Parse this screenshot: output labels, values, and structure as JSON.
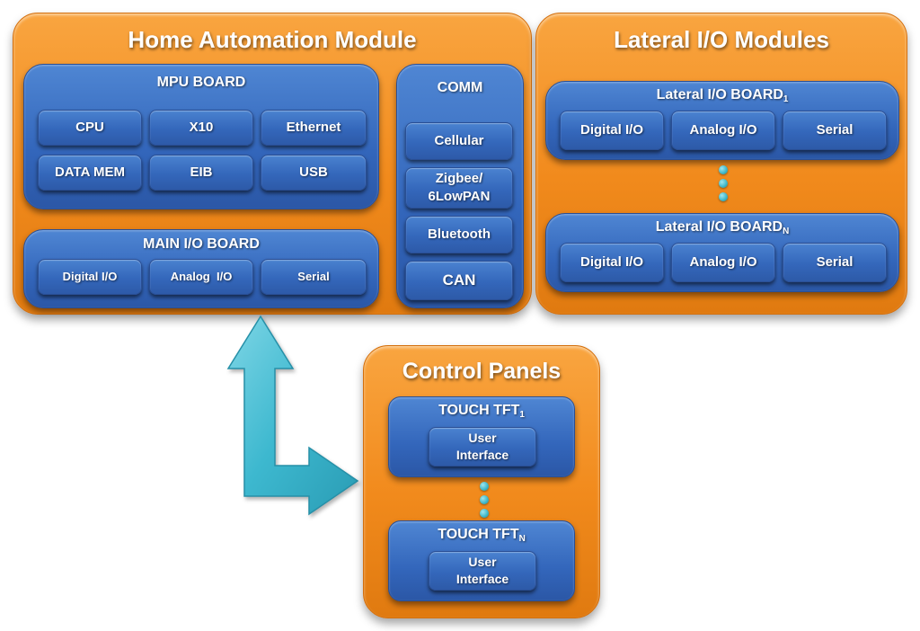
{
  "home_module": {
    "title": "Home Automation Module",
    "mpu_board": {
      "title": "MPU BOARD",
      "chips": [
        "CPU",
        "X10",
        "Ethernet",
        "DATA MEM",
        "EIB",
        "USB"
      ]
    },
    "main_io_board": {
      "title": "MAIN I/O BOARD",
      "chips": [
        "Digital I/O",
        "Analog  I/O",
        "Serial"
      ]
    },
    "comm": {
      "title": "COMM",
      "chips": [
        "Cellular",
        "Zigbee/",
        "6LowPAN",
        "Bluetooth",
        "CAN"
      ]
    }
  },
  "lateral_modules": {
    "title": "Lateral I/O Modules",
    "board_1": {
      "title": "Lateral I/O BOARD",
      "subscript": "1",
      "chips": [
        "Digital I/O",
        "Analog I/O",
        "Serial"
      ]
    },
    "board_n": {
      "title": "Lateral I/O BOARD",
      "subscript": "N",
      "chips": [
        "Digital I/O",
        "Analog I/O",
        "Serial"
      ]
    }
  },
  "control_panels": {
    "title": "Control Panels",
    "tft_1": {
      "title": "TOUCH TFT",
      "subscript": "1",
      "chip_line1": "User",
      "chip_line2": "Interface"
    },
    "tft_n": {
      "title": "TOUCH TFT",
      "subscript": "N",
      "chip_line1": "User",
      "chip_line2": "Interface"
    }
  },
  "colors": {
    "panel_orange": "#f18a1c",
    "board_blue": "#3366bb",
    "arrow_cyan": "#3db8cf"
  }
}
